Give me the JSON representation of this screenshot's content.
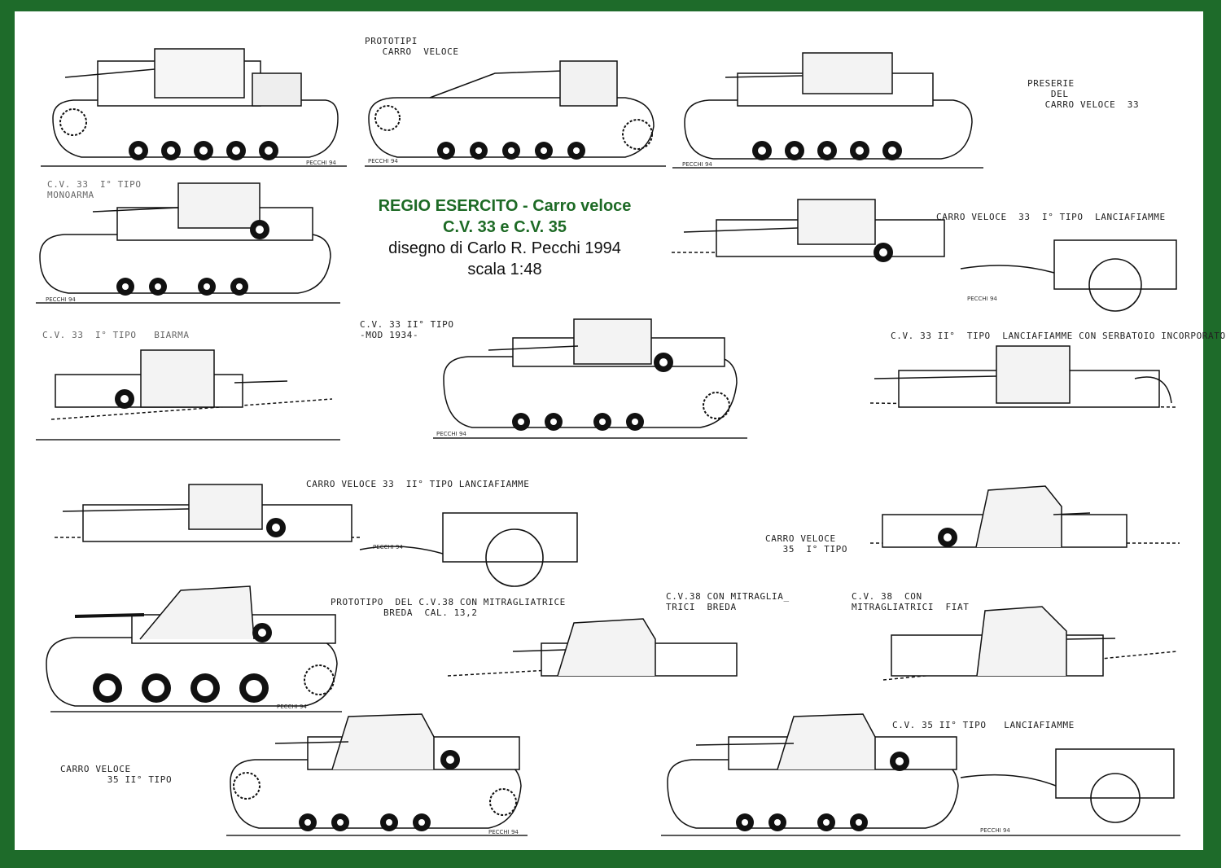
{
  "title": {
    "line1": "REGIO ESERCITO - Carro veloce",
    "line2": "C.V. 33 e C.V. 35",
    "line3": "disegno di Carlo R. Pecchi 1994",
    "line4": "scala 1:48"
  },
  "colors": {
    "border": "#1e6b2a",
    "title": "#1d6a25"
  },
  "labels": {
    "prototipi": "PROTOTIPI\n   CARRO  VELOCE",
    "preserie": "PRESERIE\n    DEL\n   CARRO VELOCE  33",
    "cv33_1_monoarma": "C.V. 33  I° TIPO\nMONOARMA",
    "cv33_1_lanciafiamme": "CARRO VELOCE  33  I° TIPO  LANCIAFIAMME",
    "cv33_1_biarma": "C.V. 33  I° TIPO   BIARMA",
    "cv33_2_mod1934": "C.V. 33 II° TIPO\n-MOD 1934-",
    "cv33_2_serbatoio": "C.V. 33 II°  TIPO  LANCIAFIAMME CON SERBATOIO INCORPORATO",
    "cv33_2_lanciafiamme": "CARRO VELOCE 33  II° TIPO LANCIAFIAMME",
    "cv35_1": "CARRO VELOCE\n   35  I° TIPO",
    "proto_cv38": "PROTOTIPO  DEL C.V.38 CON MITRAGLIATRICE\n         BREDA  CAL. 13,2",
    "cv38_breda": "C.V.38 CON MITRAGLIA_\nTRICI  BREDA",
    "cv38_fiat": "C.V. 38  CON\nMITRAGLIATRICI  FIAT",
    "cv35_2": "CARRO VELOCE\n        35 II° TIPO",
    "cv35_2_lanciafiamme": "C.V. 35 II° TIPO   LANCIAFIAMME"
  },
  "signature": "PECCHI 94"
}
